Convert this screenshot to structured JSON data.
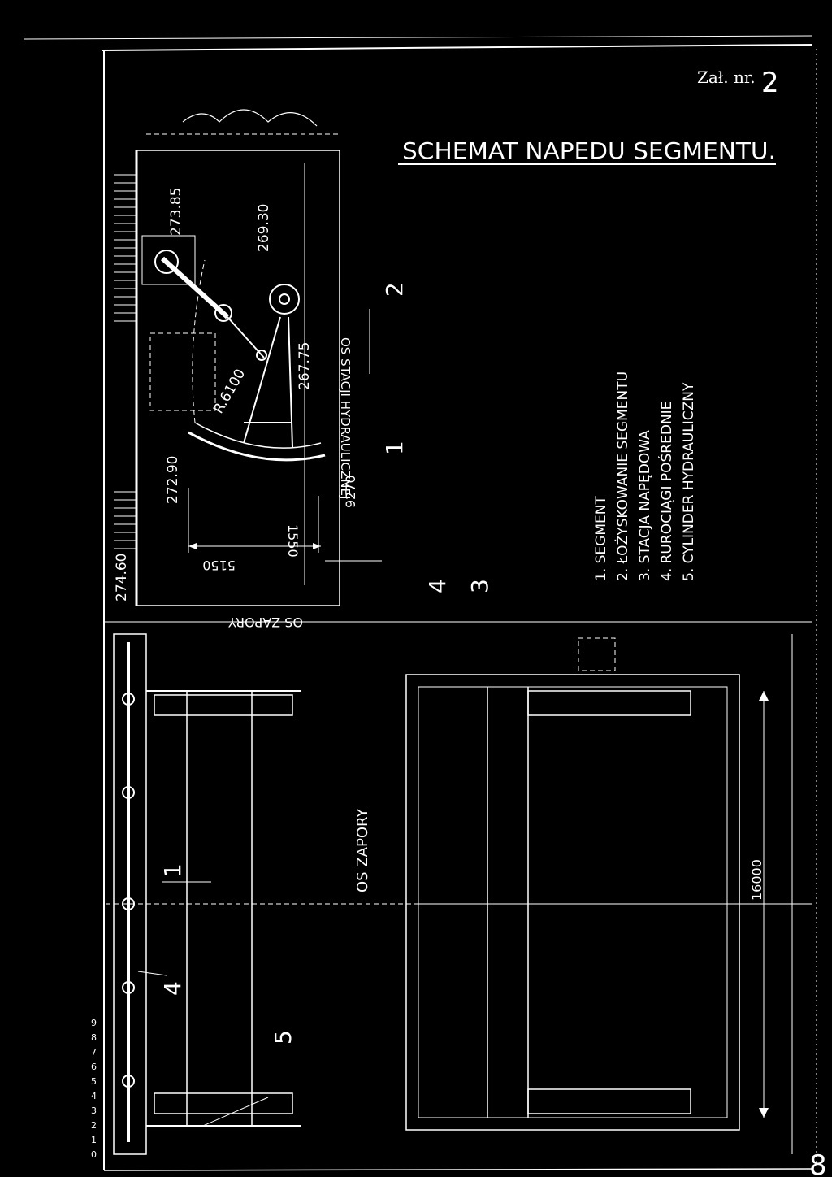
{
  "attachment_label": "Zał. nr.",
  "attachment_number": "2",
  "title": "SCHEMAT NAPEDU SEGMENTU.",
  "elevations": {
    "e1": "273.85",
    "e2": "269.30",
    "e3": "267.75",
    "e4": "272.90",
    "e5": "274.60"
  },
  "radius": "R.6100",
  "dimensions": {
    "d5150": "5150",
    "d1550": "1550",
    "d9270": "9270",
    "d16000": "16000"
  },
  "axis_labels": {
    "hydraulic_station_axis": "OS STACJI HYDRAULICZNEJ",
    "dam_axis_rotated": "OS ZAPORY",
    "dam_axis": "OS ZAPORY"
  },
  "callouts": {
    "c1a": "1",
    "c2": "2",
    "c3": "3",
    "c4a": "4",
    "c1b": "1",
    "c4b": "4",
    "c5": "5"
  },
  "legend": [
    "1. SEGMENT",
    "2. ŁOŻYSKOWANIE SEGMENTU",
    "3. STACJA NAPĘDOWA",
    "4. RUROCIĄGI POŚREDNIE",
    "5. CYLINDER HYDRAULICZNY"
  ],
  "margin_scale": [
    "9",
    "8",
    "7",
    "6",
    "5",
    "4",
    "3",
    "2",
    "1",
    "0"
  ],
  "page_number": "8"
}
